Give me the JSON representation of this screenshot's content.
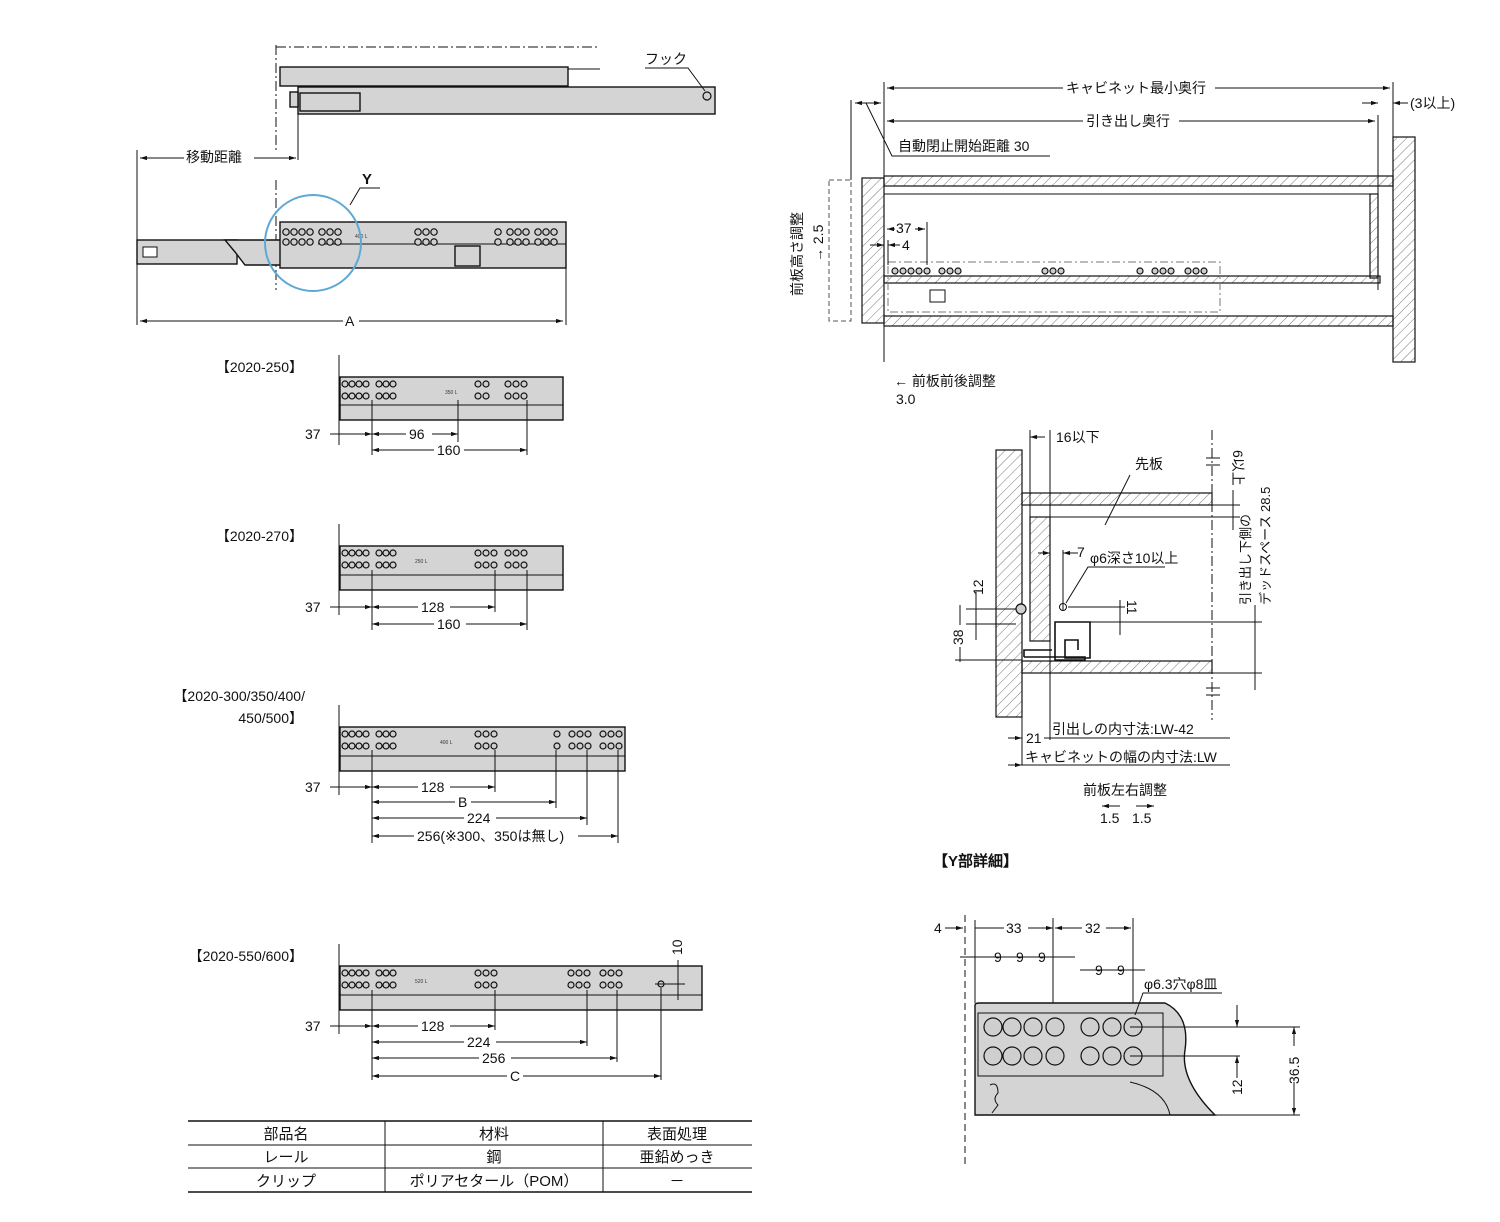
{
  "top_view": {
    "hook_label": "フック",
    "travel_label": "移動距離",
    "detail_marker": "Y",
    "length_label": "A",
    "rail_stamp": "400 L"
  },
  "variants": [
    {
      "label": "【2020-250】",
      "dims": [
        "37",
        "96",
        "160"
      ],
      "stamp": "350 L"
    },
    {
      "label": "【2020-270】",
      "dims": [
        "37",
        "128",
        "160"
      ],
      "stamp": "250 L"
    },
    {
      "label_line1": "【2020-300/350/400/",
      "label_line2": "450/500】",
      "dims": [
        "37",
        "128",
        "B",
        "224",
        "256(※300、350は無し)"
      ],
      "stamp": "400 L"
    },
    {
      "label": "【2020-550/600】",
      "dims": [
        "37",
        "128",
        "224",
        "256",
        "C",
        "10"
      ],
      "stamp": "520 L"
    }
  ],
  "materials_table": {
    "headers": [
      "部品名",
      "材料",
      "表面処理"
    ],
    "rows": [
      [
        "レール",
        "鋼",
        "亜鉛めっき"
      ],
      [
        "クリップ",
        "ポリアセタール（POM）",
        "－"
      ]
    ]
  },
  "side_section": {
    "cabinet_min_depth": "キャビネット最小奥行",
    "drawer_depth": "引き出し奥行",
    "clearance": "(3以上)",
    "auto_close": "自動閉止開始距離 30",
    "dim_37": "37",
    "dim_4": "4",
    "height_adjust": "前板高さ調整",
    "height_adjust_value": "→ 2.5",
    "depth_adjust": "← 前板前後調整",
    "depth_adjust_value": "3.0"
  },
  "front_section": {
    "max_16": "16以下",
    "front_board": "先板",
    "dim_7": "7",
    "hole_spec": "φ6深さ10以上",
    "dim_11": "11",
    "dim_12": "12",
    "dim_38": "38",
    "min_6": "6以上",
    "dead_space_1": "引き出し下側の",
    "dead_space_2": "デッドスペース 28.5",
    "inner_drawer": "引出しの内寸法:LW-42",
    "dim_21": "21",
    "inner_cabinet": "キャビネットの幅の内寸法:LW",
    "lr_adjust": "前板左右調整",
    "lr_left": "1.5",
    "lr_right": "1.5"
  },
  "detail_y": {
    "title": "【Y部詳細】",
    "dim_4": "4",
    "dim_33": "33",
    "dim_32": "32",
    "pitch": [
      "9",
      "9",
      "9",
      "9",
      "9"
    ],
    "hole_spec": "φ6.3穴φ8皿",
    "dim_12": "12",
    "dim_36_5": "36.5"
  },
  "colors": {
    "detail_circle": "#5ea8d8",
    "rail_fill": "#d4d4d4"
  }
}
